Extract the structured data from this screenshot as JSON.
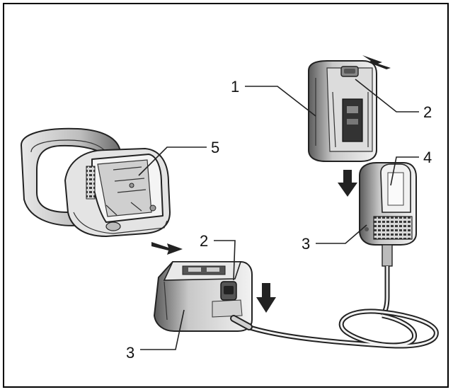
{
  "diagram": {
    "callouts": [
      {
        "id": "c1",
        "text": "1"
      },
      {
        "id": "c2a",
        "text": "2"
      },
      {
        "id": "c2b",
        "text": "2"
      },
      {
        "id": "c3a",
        "text": "3"
      },
      {
        "id": "c3b",
        "text": "3"
      },
      {
        "id": "c4",
        "text": "4"
      },
      {
        "id": "c5",
        "text": "5"
      }
    ],
    "colors": {
      "line": "#222222",
      "shade": "#9a9a9a",
      "dark": "#4a4a4a",
      "light": "#e6e6e6"
    }
  }
}
